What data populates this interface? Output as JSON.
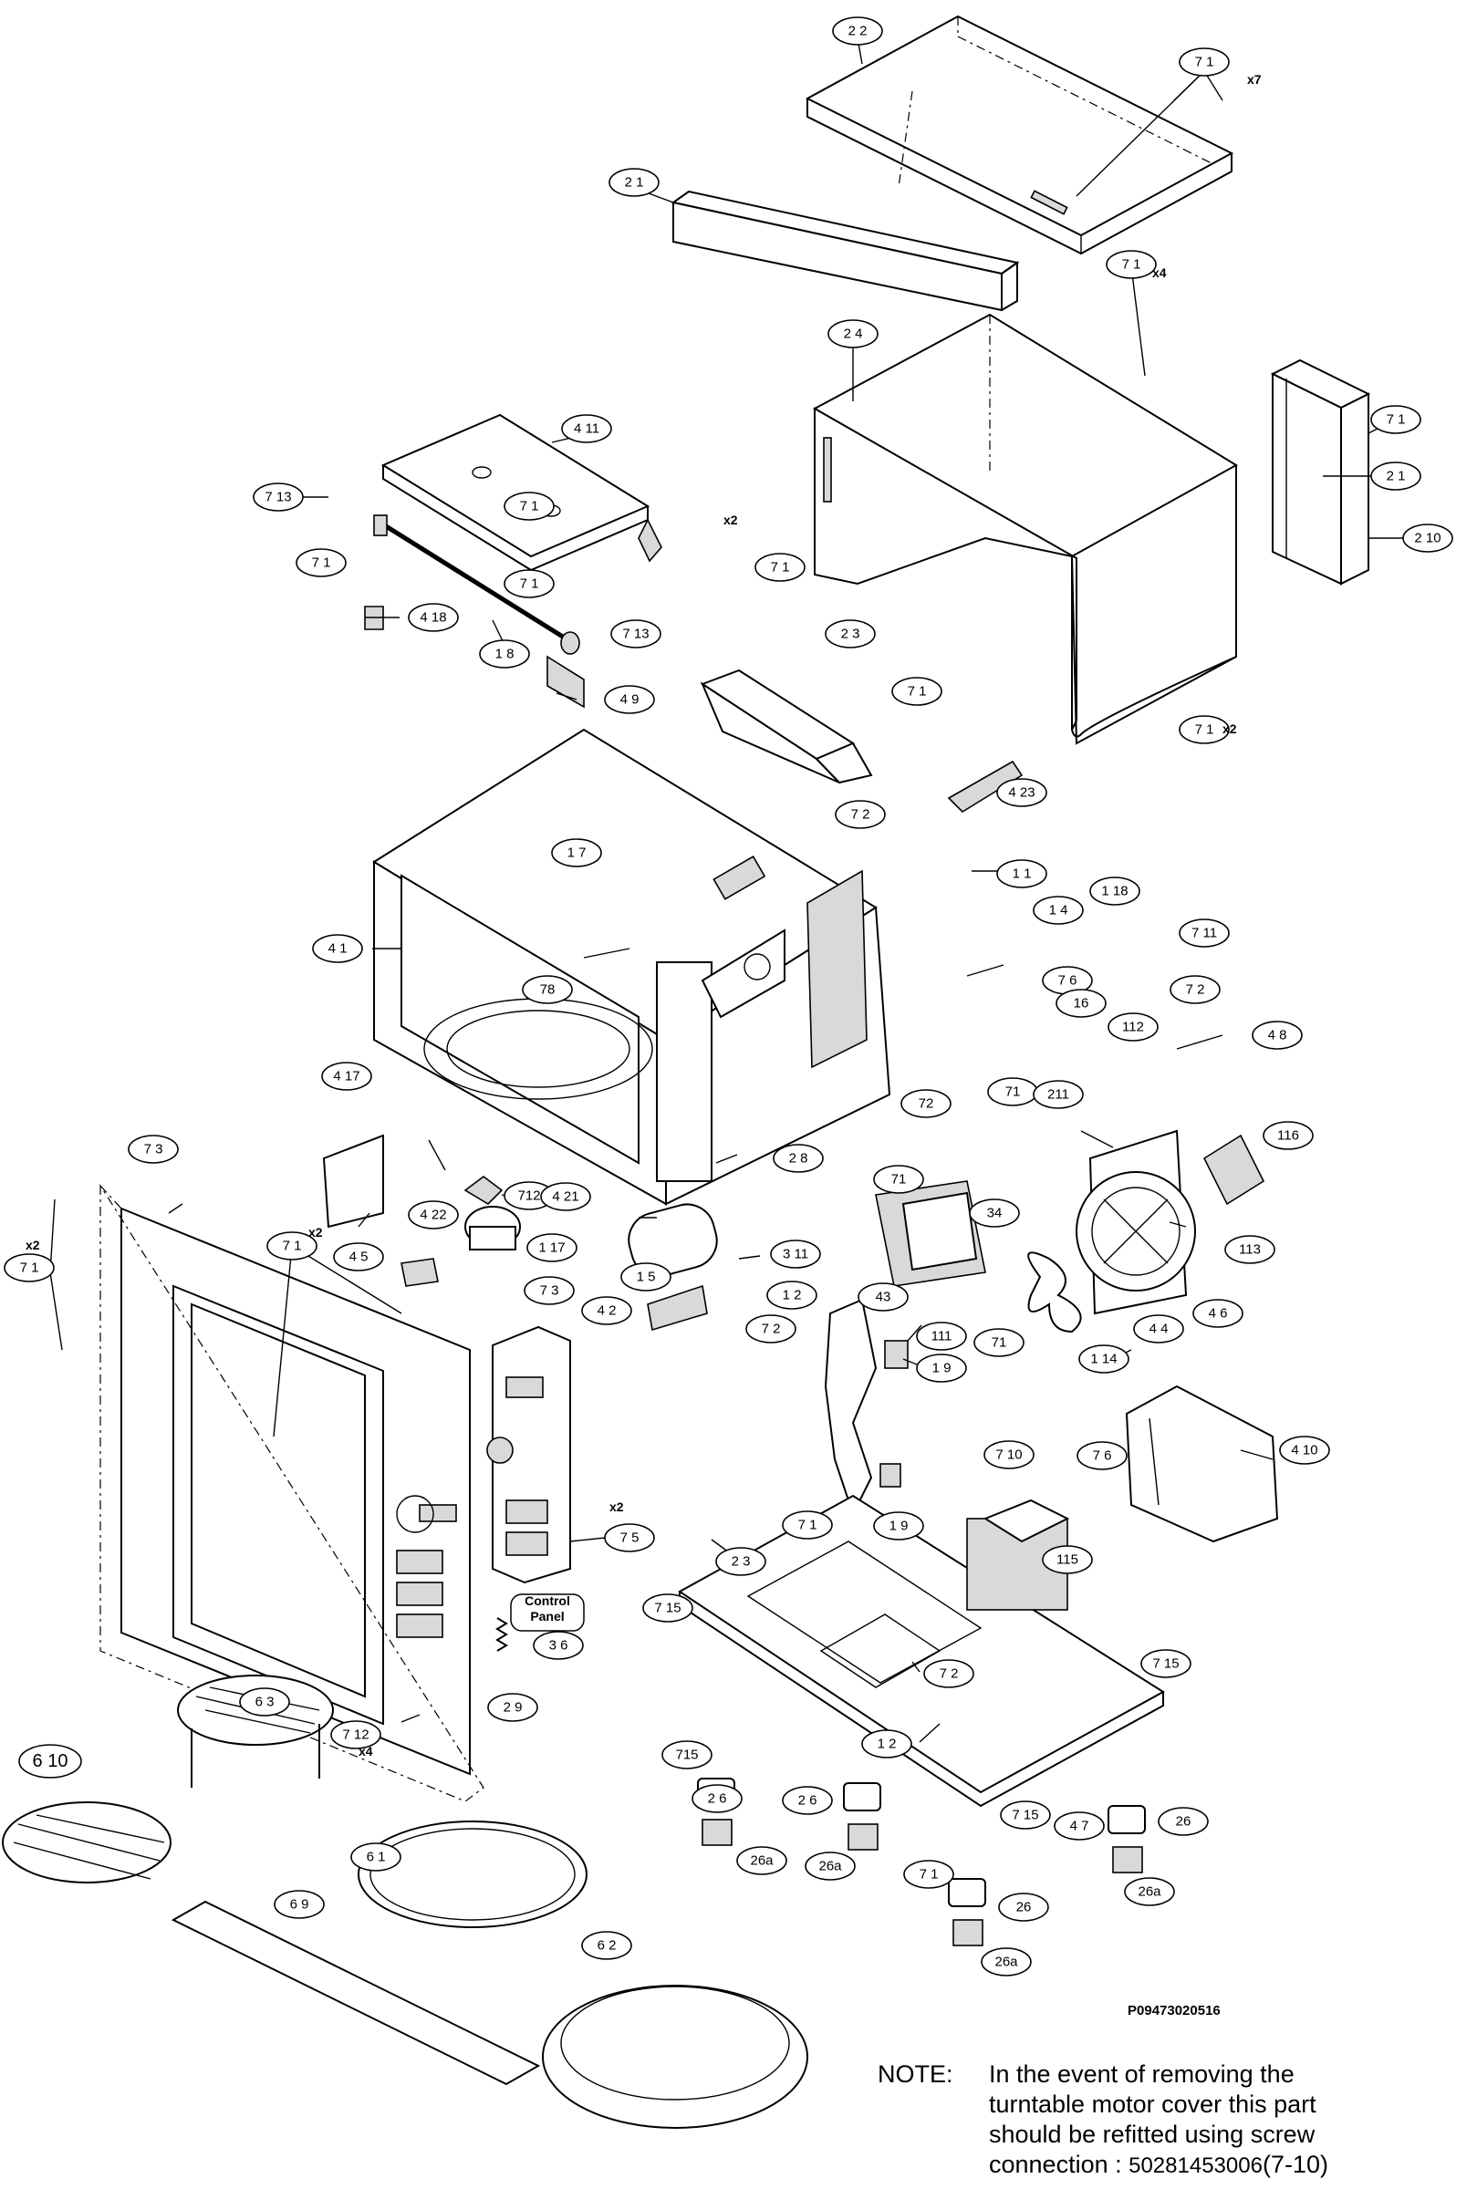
{
  "drawing_code": "P09473020516",
  "note": {
    "heading": "NOTE:",
    "line1": "In the event of removing the",
    "line2": "turntable motor cover this part",
    "line3": "should be refitted using screw",
    "line4_prefix": "connection : ",
    "part_number": "50281453006",
    "ref": "(7-10)"
  },
  "control_panel_label": {
    "line1": "Control",
    "line2": "Panel"
  },
  "callouts": [
    {
      "text": "2 2"
    },
    {
      "text": "7 1"
    },
    {
      "text": "2 1"
    },
    {
      "text": "7 1"
    },
    {
      "text": "2 4"
    },
    {
      "text": "4 11"
    },
    {
      "text": "7 13"
    },
    {
      "text": "7 1"
    },
    {
      "text": "7 1"
    },
    {
      "text": "7 1"
    },
    {
      "text": "7 1"
    },
    {
      "text": "4 18"
    },
    {
      "text": "1 8"
    },
    {
      "text": "7 13"
    },
    {
      "text": "4 9"
    },
    {
      "text": "7 1"
    },
    {
      "text": "2 1"
    },
    {
      "text": "2 10"
    },
    {
      "text": "2 3"
    },
    {
      "text": "7 1"
    },
    {
      "text": "7 1"
    },
    {
      "text": "4 23"
    },
    {
      "text": "7 2"
    },
    {
      "text": "1 7"
    },
    {
      "text": "1 1"
    },
    {
      "text": "1 18"
    },
    {
      "text": "1 4"
    },
    {
      "text": "7 11"
    },
    {
      "text": "4 1"
    },
    {
      "text": "78"
    },
    {
      "text": "7 6"
    },
    {
      "text": "16"
    },
    {
      "text": "7 2"
    },
    {
      "text": "112"
    },
    {
      "text": "4 8"
    },
    {
      "text": "4 17"
    },
    {
      "text": "71"
    },
    {
      "text": "211"
    },
    {
      "text": "72"
    },
    {
      "text": "34"
    },
    {
      "text": "71"
    },
    {
      "text": "116"
    },
    {
      "text": "7 3"
    },
    {
      "text": "2 8"
    },
    {
      "text": "712"
    },
    {
      "text": "4 21"
    },
    {
      "text": "3 11"
    },
    {
      "text": "4 22"
    },
    {
      "text": "4 5"
    },
    {
      "text": "1 17"
    },
    {
      "text": "113"
    },
    {
      "text": "7 1"
    },
    {
      "text": "7 1"
    },
    {
      "text": "1 5"
    },
    {
      "text": "7 3"
    },
    {
      "text": "1 2"
    },
    {
      "text": "43"
    },
    {
      "text": "4 6"
    },
    {
      "text": "4 2"
    },
    {
      "text": "7 2"
    },
    {
      "text": "111"
    },
    {
      "text": "71"
    },
    {
      "text": "4 4"
    },
    {
      "text": "1 9"
    },
    {
      "text": "1 14"
    },
    {
      "text": "7 10"
    },
    {
      "text": "7 6"
    },
    {
      "text": "4 10"
    },
    {
      "text": "7 1"
    },
    {
      "text": "1 9"
    },
    {
      "text": "7 5"
    },
    {
      "text": "115"
    },
    {
      "text": "2 3"
    },
    {
      "text": "7 15"
    },
    {
      "text": "3 6"
    },
    {
      "text": "7 15"
    },
    {
      "text": "7 2"
    },
    {
      "text": "2 9"
    },
    {
      "text": "6 3"
    },
    {
      "text": "7 12"
    },
    {
      "text": "1 2"
    },
    {
      "text": "715"
    },
    {
      "text": "6 10"
    },
    {
      "text": "2 6"
    },
    {
      "text": "2 6"
    },
    {
      "text": "7 15"
    },
    {
      "text": "4 7"
    },
    {
      "text": "26"
    },
    {
      "text": "6 1"
    },
    {
      "text": "26a"
    },
    {
      "text": "26a"
    },
    {
      "text": "7 1"
    },
    {
      "text": "26a"
    },
    {
      "text": "26"
    },
    {
      "text": "6 9"
    },
    {
      "text": "26a"
    },
    {
      "text": "6 2"
    }
  ],
  "multipliers": [
    {
      "text": "x7"
    },
    {
      "text": "x4"
    },
    {
      "text": "x2"
    },
    {
      "text": "x2"
    },
    {
      "text": "x2"
    },
    {
      "text": "x2"
    },
    {
      "text": "x2"
    },
    {
      "text": "x4"
    }
  ]
}
